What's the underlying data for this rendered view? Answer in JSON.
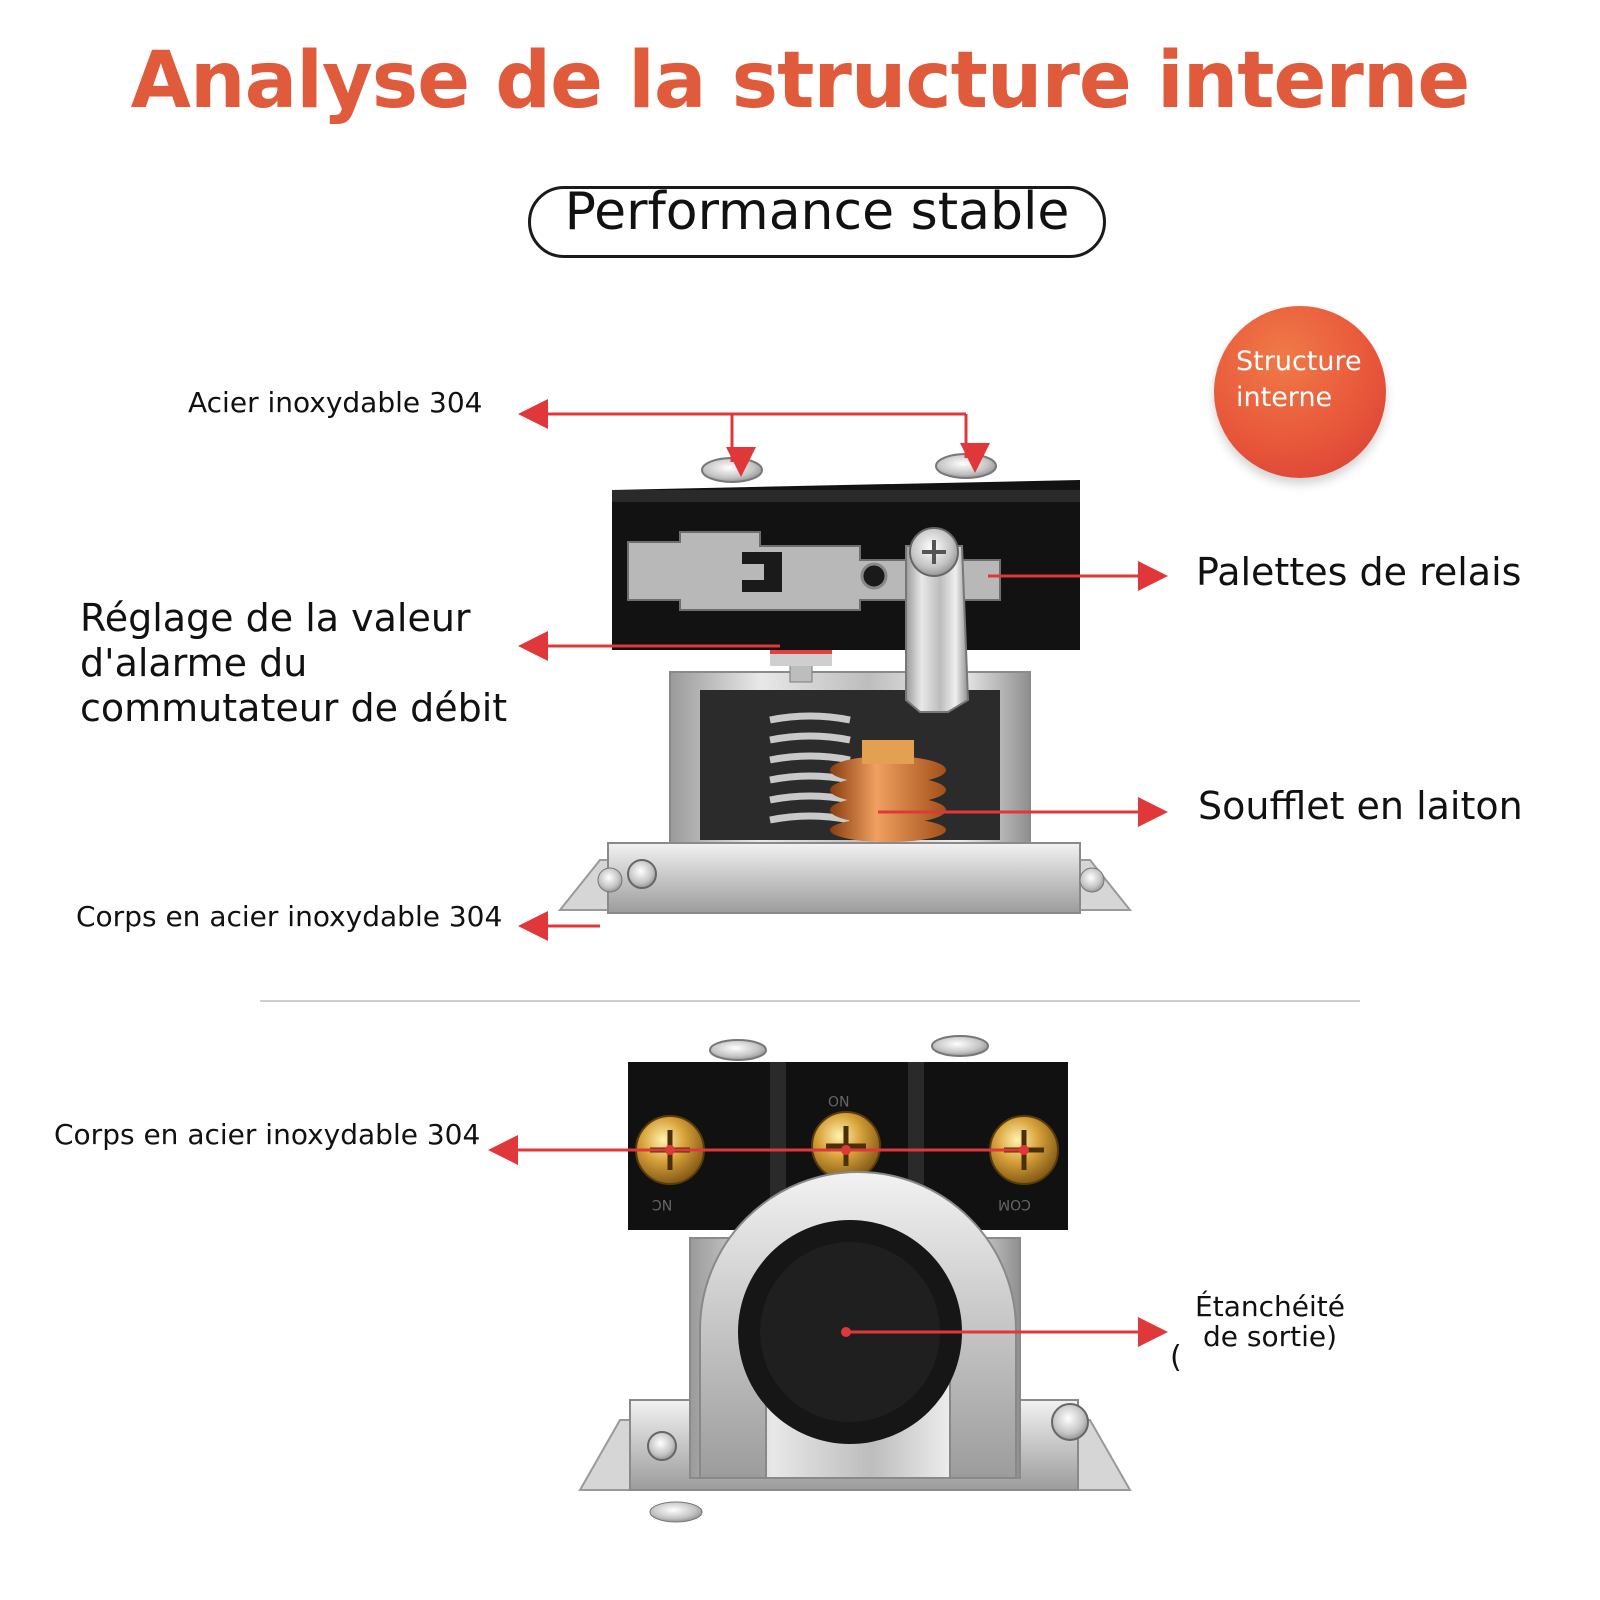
{
  "header": {
    "title": "Analyse de la structure interne",
    "subtitle": "Performance stable"
  },
  "badge": {
    "line1": "Structure",
    "line2": "interne"
  },
  "callouts": {
    "top_screws": "Acier inoxydable 304",
    "relay_paddles": "Palettes de relais",
    "alarm_adjust": "Réglage de la valeur d'alarme du commutateur de débit",
    "bellows": "Soufflet en laiton",
    "body_top": "Corps en acier inoxydable 304",
    "body_bottom": "Corps en acier inoxydable 304",
    "outlet_seal_line1": "Étanchéité",
    "outlet_seal_line2": "de sortie)",
    "outlet_paren": "("
  },
  "terminals": {
    "left": "NC",
    "middle": "NO",
    "right": "COM"
  },
  "colors": {
    "title": "#e05a3c",
    "arrow": "#e0383a",
    "badge": "#e8573a"
  }
}
